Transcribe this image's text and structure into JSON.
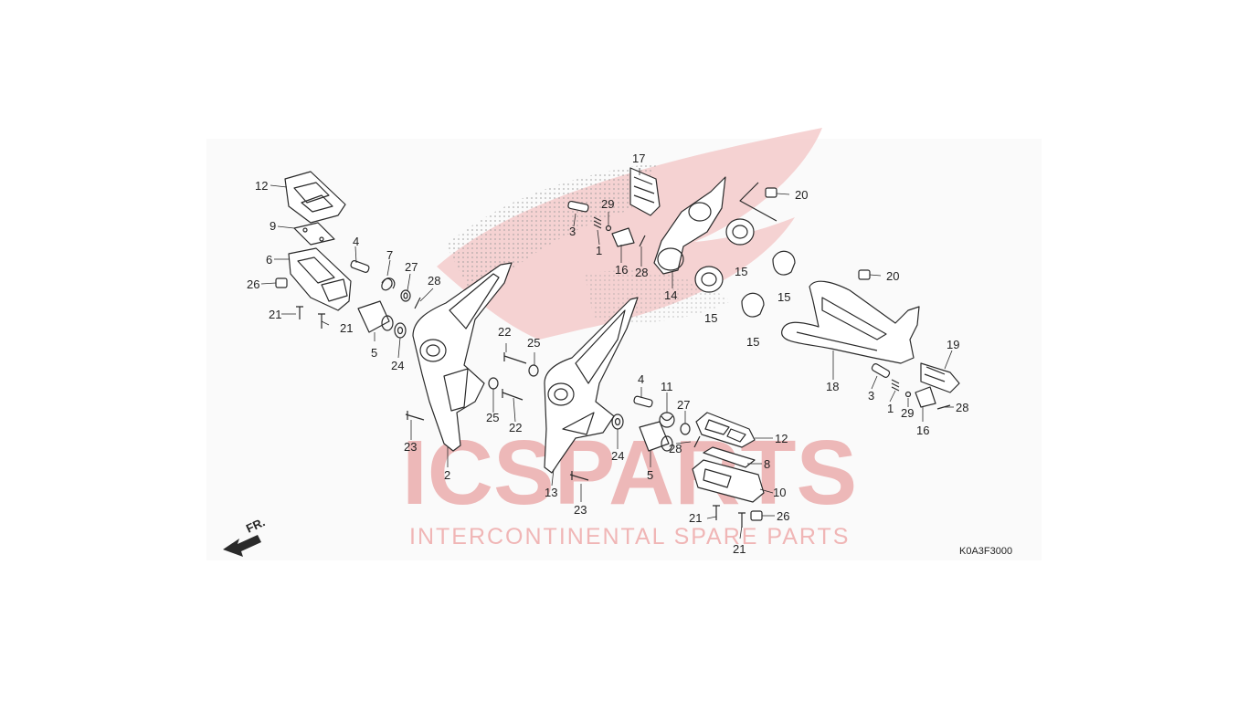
{
  "diagram": {
    "code": "K0A3F3000",
    "direction_label": "FR.",
    "colors": {
      "stroke": "#2a2a2a",
      "watermark_red": "#e05a5a",
      "watermark_gray": "#bdbdbd",
      "panel": "#fafafa"
    },
    "callouts": [
      {
        "id": "c12a",
        "text": "12"
      },
      {
        "id": "c9",
        "text": "9"
      },
      {
        "id": "c6",
        "text": "6"
      },
      {
        "id": "c26a",
        "text": "26"
      },
      {
        "id": "c21a",
        "text": "21"
      },
      {
        "id": "c21b",
        "text": "21"
      },
      {
        "id": "c5a",
        "text": "5"
      },
      {
        "id": "c4a",
        "text": "4"
      },
      {
        "id": "c7",
        "text": "7"
      },
      {
        "id": "c27a",
        "text": "27"
      },
      {
        "id": "c28a",
        "text": "28"
      },
      {
        "id": "c24a",
        "text": "24"
      },
      {
        "id": "c2",
        "text": "2"
      },
      {
        "id": "c23a",
        "text": "23"
      },
      {
        "id": "c22a",
        "text": "22"
      },
      {
        "id": "c25a",
        "text": "25"
      },
      {
        "id": "c25b",
        "text": "25"
      },
      {
        "id": "c22b",
        "text": "22"
      },
      {
        "id": "c3a",
        "text": "3"
      },
      {
        "id": "c29a",
        "text": "29"
      },
      {
        "id": "c1a",
        "text": "1"
      },
      {
        "id": "c17",
        "text": "17"
      },
      {
        "id": "c16a",
        "text": "16"
      },
      {
        "id": "c28b",
        "text": "28"
      },
      {
        "id": "c14",
        "text": "14"
      },
      {
        "id": "c15a",
        "text": "15"
      },
      {
        "id": "c15b",
        "text": "15"
      },
      {
        "id": "c15c",
        "text": "15"
      },
      {
        "id": "c15d",
        "text": "15"
      },
      {
        "id": "c20a",
        "text": "20"
      },
      {
        "id": "c20b",
        "text": "20"
      },
      {
        "id": "c13",
        "text": "13"
      },
      {
        "id": "c23b",
        "text": "23"
      },
      {
        "id": "c24b",
        "text": "24"
      },
      {
        "id": "c5b",
        "text": "5"
      },
      {
        "id": "c4b",
        "text": "4"
      },
      {
        "id": "c11",
        "text": "11"
      },
      {
        "id": "c27b",
        "text": "27"
      },
      {
        "id": "c28c",
        "text": "28"
      },
      {
        "id": "c12b",
        "text": "12"
      },
      {
        "id": "c8",
        "text": "8"
      },
      {
        "id": "c10",
        "text": "10"
      },
      {
        "id": "c21c",
        "text": "21"
      },
      {
        "id": "c21d",
        "text": "21"
      },
      {
        "id": "c26b",
        "text": "26"
      },
      {
        "id": "c18",
        "text": "18"
      },
      {
        "id": "c19",
        "text": "19"
      },
      {
        "id": "c3b",
        "text": "3"
      },
      {
        "id": "c1b",
        "text": "1"
      },
      {
        "id": "c29b",
        "text": "29"
      },
      {
        "id": "c16b",
        "text": "16"
      },
      {
        "id": "c28d",
        "text": "28"
      }
    ]
  },
  "watermark": {
    "brand": "ICSPARTS",
    "tagline": "INTERCONTINENTAL SPARE PARTS"
  }
}
